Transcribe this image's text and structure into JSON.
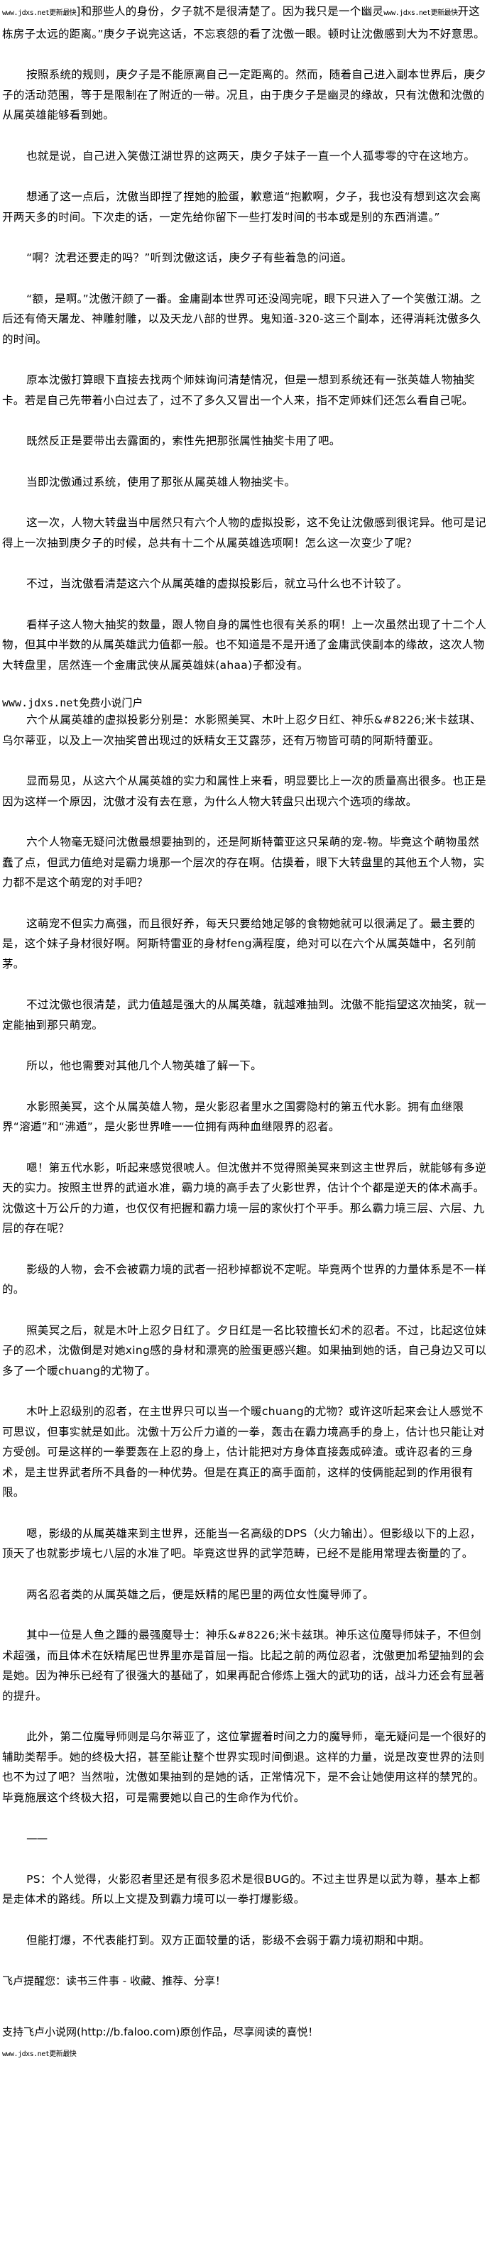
{
  "watermarks": {
    "top_left": "www.jdxs.net更新最快",
    "top_right": "www.jdxs.net更新最快",
    "mid": "www.jdxs.net免费小说门户",
    "bottom": "www.jdxs.net更新最快"
  },
  "opening": {
    "part1": "]和那些人的身份，夕子就不是很清楚了。因为我只是一个幽灵",
    "part2": "开这栋房子太远的距离。”庚夕子说完这话，不忘哀怨的看了沈傲一眼。顿时让沈傲感到大为不好意思。"
  },
  "paragraphs": [
    "按照系统的规则，庚夕子是不能原离自己一定距离的。然而，随着自己进入副本世界后，庚夕子的活动范围，等于是限制在了附近的一带。况且，由于庚夕子是幽灵的缘故，只有沈傲和沈傲的从属英雄能够看到她。",
    "也就是说，自己进入笑傲江湖世界的这两天，庚夕子妹子一直一个人孤零零的守在这地方。",
    "想通了这一点后，沈傲当即捏了捏她的脸蛋，歉意道“抱歉啊，夕子，我也没有想到这次会离开两天多的时间。下次走的话，一定先给你留下一些打发时间的书本或是别的东西消遣。”",
    "“啊？沈君还要走的吗？”听到沈傲这话，庚夕子有些着急的问道。",
    "“额，是啊。”沈傲汗颜了一番。金庸副本世界可还没闯完呢，眼下只进入了一个笑傲江湖。之后还有倚天屠龙、神雕射雕，以及天龙八部的世界。鬼知道-320-这三个副本，还得消耗沈傲多久的时间。",
    "原本沈傲打算眼下直接去找两个师妹询问清楚情况，但是一想到系统还有一张英雄人物抽奖卡。若是自己先带着小白过去了，过不了多久又冒出一个人来，指不定师妹们还怎么看自己呢。",
    "既然反正是要带出去露面的，索性先把那张属性抽奖卡用了吧。",
    "当即沈傲通过系统，使用了那张从属英雄人物抽奖卡。",
    "这一次，人物大转盘当中居然只有六个人物的虚拟投影，这不免让沈傲感到很诧异。他可是记得上一次抽到庚夕子的时候，总共有十二个从属英雄选项啊！怎么这一次变少了呢？",
    "不过，当沈傲看清楚这六个从属英雄的虚拟投影后，就立马什么也不计较了。",
    "看样子这人物大抽奖的数量，跟人物自身的属性也很有关系的啊！上一次虽然出现了十二个人物，但其中半数的从属英雄武力值都一般。也不知道是不是开通了金庸武侠副本的缘故，这次人物大转盘里，居然连一个金庸武侠从属英雄妹(ahaa)子都没有。"
  ],
  "paragraphs2": [
    "六个从属英雄的虚拟投影分别是：水影照美冥、木叶上忍夕日红、神乐&#8226;米卡兹琪、乌尔蒂亚，以及上一次抽奖曾出现过的妖精女王艾露莎，还有万物皆可萌的阿斯特蕾亚。",
    "显而易见，从这六个从属英雄的实力和属性上来看，明显要比上一次的质量高出很多。也正是因为这样一个原因，沈傲才没有去在意，为什么人物大转盘只出现六个选项的缘故。",
    "六个人物毫无疑问沈傲最想要抽到的，还是阿斯特蕾亚这只呆萌的宠-物。毕竟这个萌物虽然蠢了点，但武力值绝对是霸力境那一个层次的存在啊。估摸着，眼下大转盘里的其他五个人物，实力都不是这个萌宠的对手吧？",
    "这萌宠不但实力高强，而且很好养，每天只要给她足够的食物她就可以很满足了。最主要的是，这个妹子身材很好啊。阿斯特雷亚的身材feng满程度，绝对可以在六个从属英雄中，名列前茅。",
    "不过沈傲也很清楚，武力值越是强大的从属英雄，就越难抽到。沈傲不能指望这次抽奖，就一定能抽到那只萌宠。",
    "所以，他也需要对其他几个人物英雄了解一下。",
    "水影照美冥，这个从属英雄人物，是火影忍者里水之国雾隐村的第五代水影。拥有血继限界“溶遁”和“沸遁”，是火影世界唯一一位拥有两种血继限界的忍者。",
    "嗯！第五代水影，听起来感觉很唬人。但沈傲并不觉得照美冥来到这主世界后，就能够有多逆天的实力。按照主世界的武道水准，霸力境的高手去了火影世界，估计个个都是逆天的体术高手。沈傲这十万公斤的力道，也仅仅有把握和霸力境一层的家伙打个平手。那么霸力境三层、六层、九层的存在呢？",
    "影级的人物，会不会被霸力境的武者一招秒掉都说不定呢。毕竟两个世界的力量体系是不一样的。",
    "照美冥之后，就是木叶上忍夕日红了。夕日红是一名比较擅长幻术的忍者。不过，比起这位妹子的忍术，沈傲倒是对她xing感的身材和漂亮的脸蛋更感兴趣。如果抽到她的话，自己身边又可以多了一个暖chuang的尤物了。",
    "木叶上忍级别的忍者，在主世界只可以当一个暖chuang的尤物？或许这听起来会让人感觉不可思议，但事实就是如此。沈傲十万公斤力道的一拳，轰击在霸力境高手的身上，估计也只能让对方受创。可是这样的一拳要轰在上忍的身上，估计能把对方身体直接轰成碎渣。或许忍者的三身术，是主世界武者所不具备的一种优势。但是在真正的高手面前，这样的伎俩能起到的作用很有限。",
    "嗯，影级的从属英雄来到主世界，还能当一名高级的DPS（火力输出）。但影级以下的上忍，顶天了也就影步境七八层的水准了吧。毕竟这世界的武学范畴，已经不是能用常理去衡量的了。",
    "两名忍者类的从属英雄之后，便是妖精的尾巴里的两位女性魔导师了。",
    "其中一位是人鱼之踵的最强魔导士：神乐&#8226;米卡兹琪。神乐这位魔导师妹子，不但剑术超强，而且体术在妖精尾巴世界里亦是首屈一指。比起之前的两位忍者，沈傲更加希望抽到的会是她。因为神乐已经有了很强大的基础了，如果再配合修炼上强大的武功的话，战斗力还会有显著的提升。",
    "此外，第二位魔导师则是乌尔蒂亚了，这位掌握着时间之力的魔导师，毫无疑问是一个很好的辅助类帮手。她的终极大招，甚至能让整个世界实现时间倒退。这样的力量，说是改变世界的法则也不为过了吧？当然啦，沈傲如果抽到的是她的话，正常情况下，是不会让她使用这样的禁咒的。毕竟施展这个终极大招，可是需要她以自己的生命作为代价。",
    "——",
    "PS：个人觉得，火影忍者里还是有很多忍术是很BUG的。不过主世界是以武为尊，基本上都是走体术的路线。所以上文提及到霸力境可以一拳打爆影级。",
    "但能打爆，不代表能打到。双方正面较量的话，影级不会弱于霸力境初期和中期。"
  ],
  "footer": {
    "reminder": "飞卢提醒您：读书三件事 - 收藏、推荐、分享！",
    "support": "支持飞卢小说网(http://b.faloo.com)原创作品，尽享阅读的喜悦！"
  }
}
